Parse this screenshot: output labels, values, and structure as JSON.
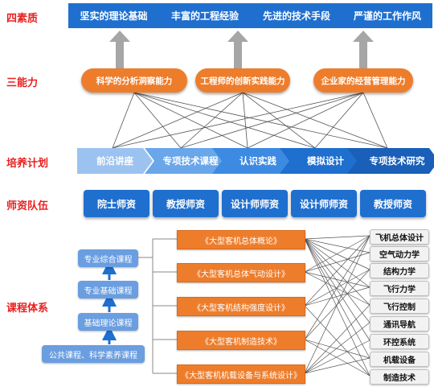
{
  "labels": {
    "four_qualities": "四素质",
    "three_abilities": "三能力",
    "training_plan": "培养计划",
    "faculty": "师资队伍",
    "curriculum": "课程体系"
  },
  "qualities": [
    "坚实的理论基础",
    "丰富的工程经验",
    "先进的技术手段",
    "严谨的工作作风"
  ],
  "abilities": [
    "科学的分析洞察能力",
    "工程师的创新实践能力",
    "企业家的经营管理能力"
  ],
  "plan_steps": [
    "前沿讲座",
    "专项技术课程",
    "认识实践",
    "模拟设计",
    "专项技术研究"
  ],
  "teachers": [
    "院士师资",
    "教授师资",
    "设计师师资",
    "设计师师资",
    "教授师资"
  ],
  "basic_courses": [
    "专业综合课程",
    "专业基础课程",
    "基础理论课程",
    "公共课程、科学素养课程"
  ],
  "core_courses": [
    "《大型客机总体概论》",
    "《大型客机总体气动设计》",
    "《大型客机结构强度设计》",
    "《大型客机制造技术》",
    "《大型客机机载设备与系统设计》"
  ],
  "subjects": [
    "飞机总体设计",
    "空气动力学",
    "结构力学",
    "飞行力学",
    "飞行控制",
    "通讯导航",
    "环控系统",
    "机载设备",
    "制造技术"
  ],
  "colors": {
    "accent_red": "#e8201e",
    "blue": "#1f6fcf",
    "orange": "#ee7d2b",
    "chevron_blues": [
      "#9cc3f0",
      "#6aa6ea",
      "#3d8ae3",
      "#1f6fcf",
      "#1a5fb8"
    ]
  }
}
